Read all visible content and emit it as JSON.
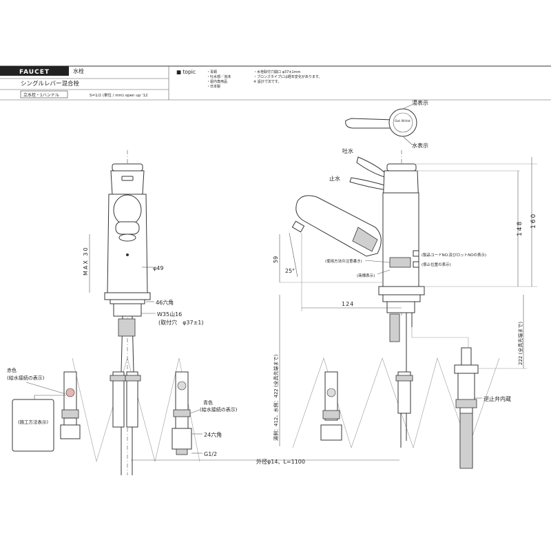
{
  "header": {
    "category": "FAUCET",
    "product_type": "水栓",
    "product_name": "シングルレバー混合栓",
    "install_type": "立水栓・1ハンドル",
    "spec_line": "S=1/2 (単位 / mm)  open up '12",
    "topic_label": "■ topic",
    "topic_col1": [
      "・青銅",
      "・吐水部／泡沫",
      "・屋内専用品",
      "・日本製"
    ],
    "topic_col2": [
      "・水栓取付穴開口 φ37±1mm",
      "・ブロンズタイプには経年変化があります。",
      "※ 設計寸法です。"
    ]
  },
  "front_view": {
    "max30": "MAX 30",
    "phi49": "φ49",
    "hex46": "46六角",
    "w35": "W35山16",
    "hole": "(取付穴　φ37±1)",
    "red_label": "赤色",
    "red_note": "(給水接続の表示)",
    "tag_label": "(施工方法表示)",
    "blue_label": "青色",
    "blue_note": "(給水接続の表示)",
    "hex24": "24六角",
    "g12": "G1/2",
    "hose": "外径φ14、L=1100"
  },
  "side_view": {
    "hot": "湯表示",
    "cold": "水表示",
    "dial_text": "Out  W.Hot",
    "spout_on": "吐水",
    "spout_off": "止水",
    "dim148": "148",
    "dim160": "160",
    "dim59": "59",
    "angle25": "25°",
    "dim124": "124",
    "dim_left": "湯側：412、水側：422 (全具先端まで)",
    "dim_right": "222 (全具先端まで)",
    "label_code": "(製品コードNO.及びロットNOの表示)",
    "label_caution": "(使用方法の注意書き)",
    "label_lock": "(係止位置の表示)",
    "label_brand": "(商標表示)",
    "check_valve": "逆止弁内蔵"
  }
}
